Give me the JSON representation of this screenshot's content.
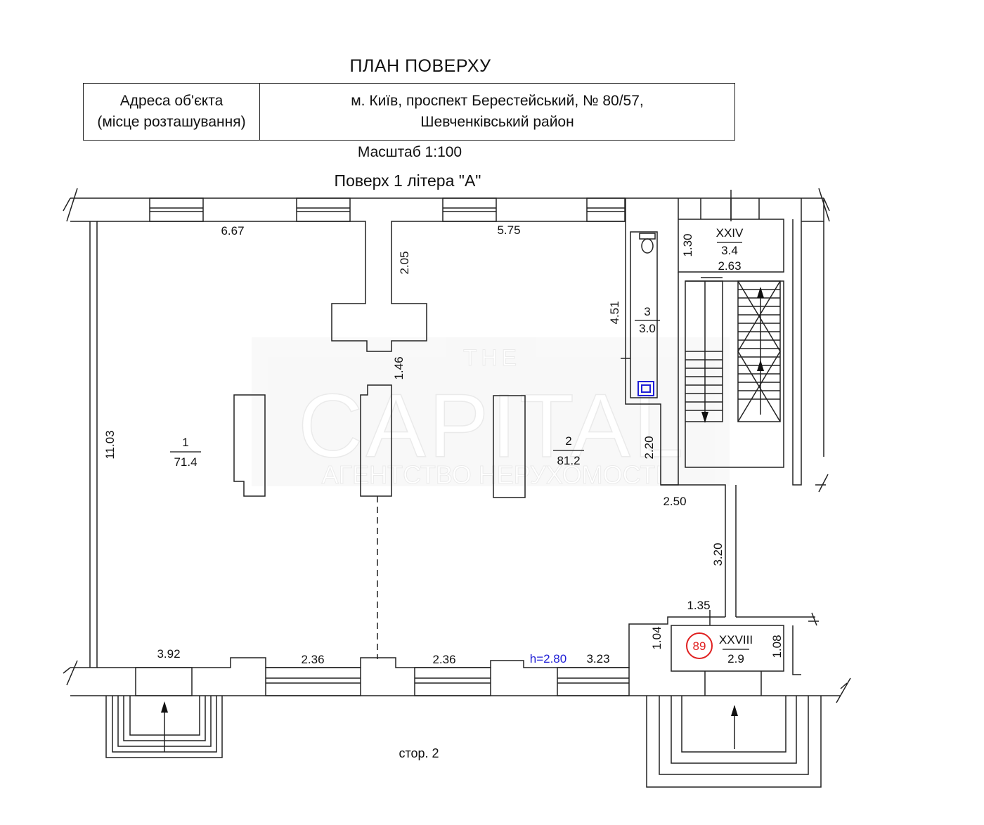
{
  "title": "ПЛАН  ПОВЕРХУ",
  "address": {
    "label_line1": "Адреса об'єкта",
    "label_line2": "(місце розташування)",
    "value_line1": "м. Київ, проспект Берестейський, № 80/57,",
    "value_line2": "Шевченківський район"
  },
  "scale": "Масштаб 1:100",
  "floor": "Поверх 1 літера \"А\"",
  "rooms": {
    "r1": {
      "num": "1",
      "area": "71.4"
    },
    "r2": {
      "num": "2",
      "area": "81.2"
    },
    "r3": {
      "num": "3",
      "area": "3.0"
    },
    "r24": {
      "num": "XXIV",
      "area": "3.4"
    },
    "r28": {
      "num": "XXVIII",
      "area": "2.9"
    }
  },
  "dimensions": {
    "d_667": "6.67",
    "d_575": "5.75",
    "d_205": "2.05",
    "d_146": "1.46",
    "d_451": "4.51",
    "d_130": "1.30",
    "d_263": "2.63",
    "d_1103": "11.03",
    "d_220": "2.20",
    "d_250": "2.50",
    "d_320": "3.20",
    "d_135": "1.35",
    "d_104": "1.04",
    "d_108": "1.08",
    "d_392": "3.92",
    "d_236a": "2.36",
    "d_236b": "2.36",
    "d_323": "3.23"
  },
  "ceiling_height": "h=2.80",
  "badge": "89",
  "watermark": {
    "line1": "THE",
    "line2": "CAPITAL",
    "line3": "АГЕНТСТВО НЕРУХОМОСТІ"
  },
  "page_number": "стор. 2",
  "colors": {
    "lines": "#222222",
    "badge": "#e02020",
    "height_note": "#1f1fd6",
    "fixture": "#1f1fd6"
  }
}
